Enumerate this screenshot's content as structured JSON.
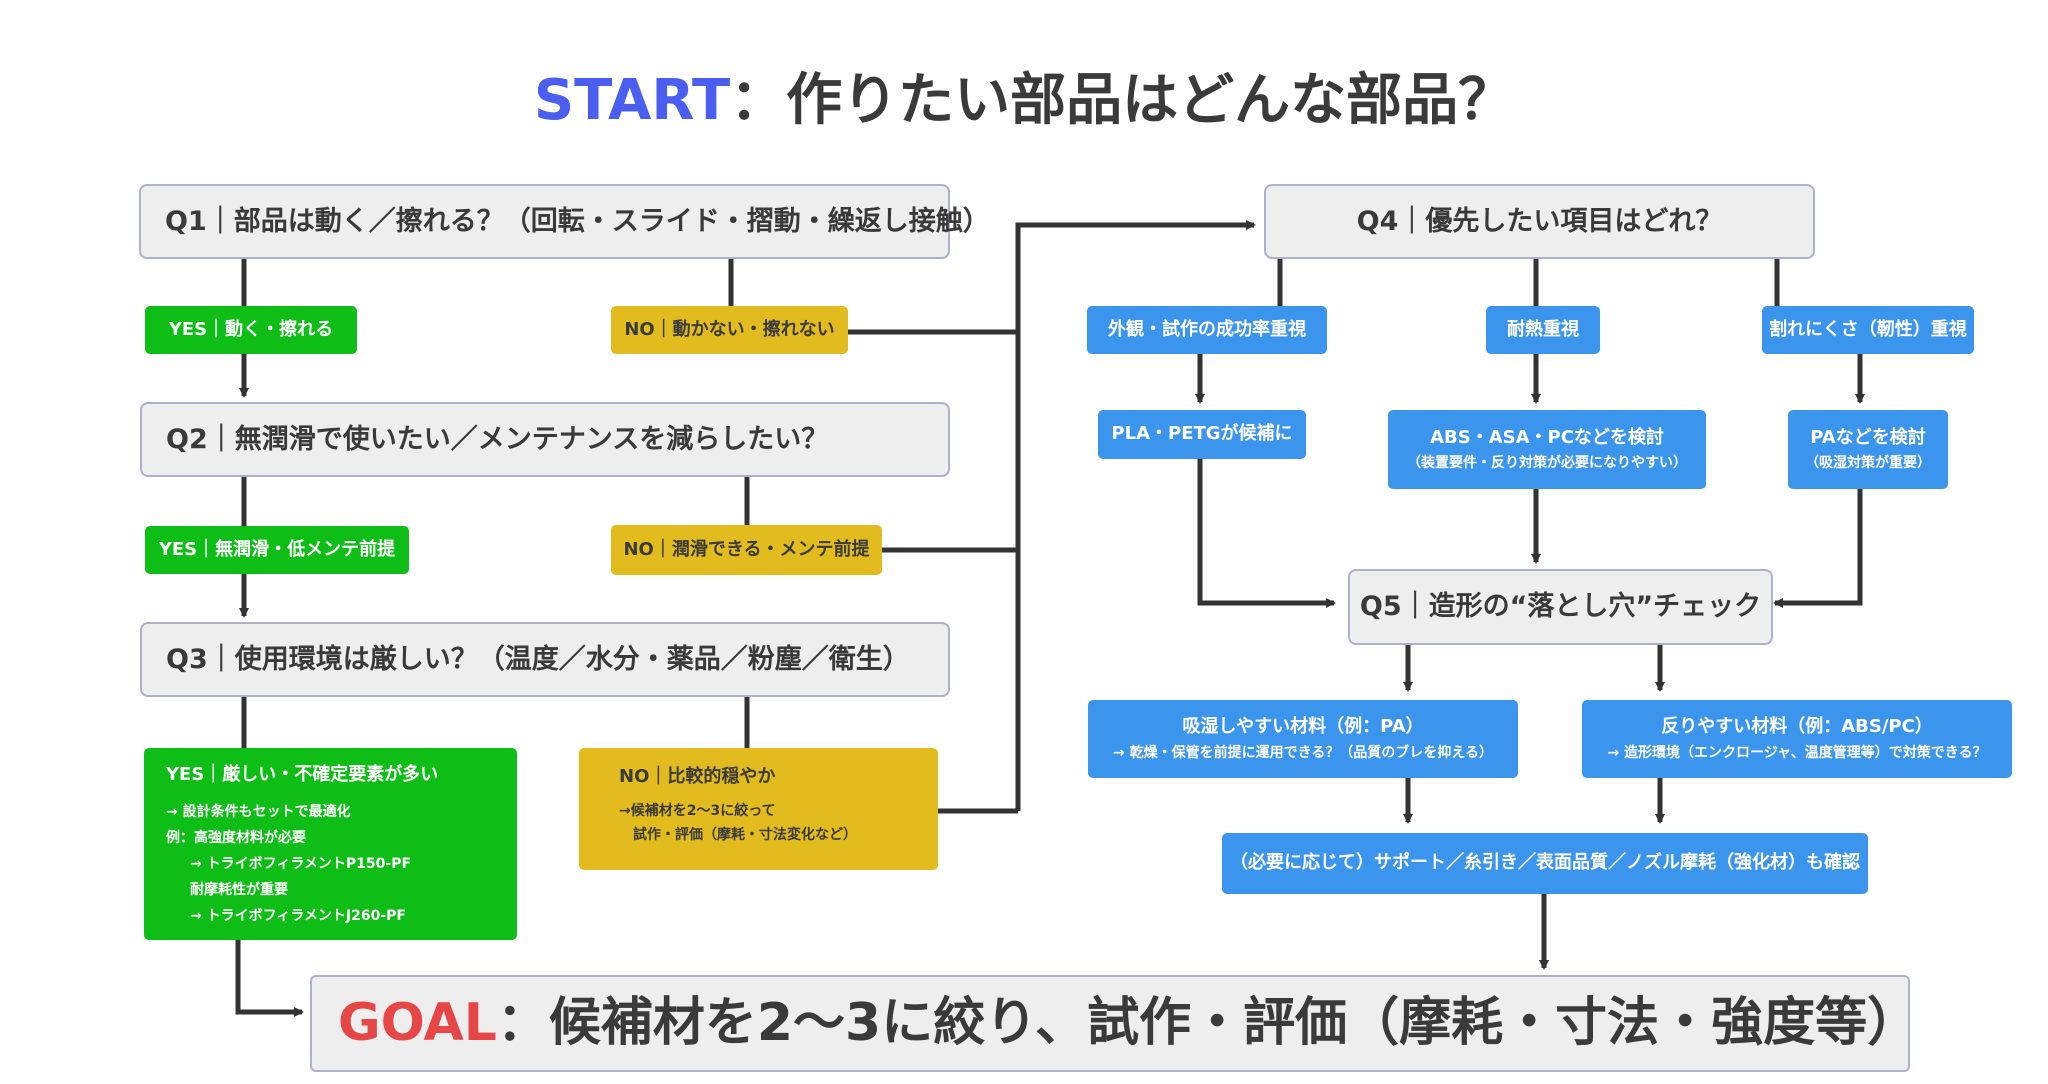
{
  "title": {
    "keyword": "START",
    "text": "：作りたい部品はどんな部品？"
  },
  "q1": {
    "question": "Q1｜部品は動く／擦れる？（回転・スライド・摺動・繰返し接触）",
    "yes": "YES｜動く・擦れる",
    "no": "NO｜動かない・擦れない"
  },
  "q2": {
    "question": "Q2｜無潤滑で使いたい／メンテナンスを減らしたい？",
    "yes": "YES｜無潤滑・低メンテ前提",
    "no": "NO｜潤滑できる・メンテ前提"
  },
  "q3": {
    "question": "Q3｜使用環境は厳しい？（温度／水分・薬品／粉塵／衛生）",
    "yes": {
      "head": "YES｜厳しい・不確定要素が多い",
      "lines": [
        "→ 設計条件もセットで最適化",
        "例：高強度材料が必要",
        "→ トライボフィラメントP150-PF",
        "耐摩耗性が重要",
        "→ トライボフィラメントJ260-PF"
      ]
    },
    "no": {
      "head": "NO｜比較的穏やか",
      "lines": [
        "→候補材を2〜3に絞って",
        "試作・評価（摩耗・寸法変化など）"
      ]
    }
  },
  "q4": {
    "question": "Q4｜優先したい項目はどれ？",
    "options": [
      {
        "label": "外観・試作の成功率重視",
        "result": "PLA・PETGが候補に",
        "note": ""
      },
      {
        "label": "耐熱重視",
        "result": "ABS・ASA・PCなどを検討",
        "note": "（装置要件・反り対策が必要になりやすい）"
      },
      {
        "label": "割れにくさ（靭性）重視",
        "result": "PAなどを検討",
        "note": "（吸湿対策が重要）"
      }
    ]
  },
  "q5": {
    "question": "Q5｜造形の“落とし穴”チェック",
    "checks": [
      {
        "title": "吸湿しやすい材料（例：PA）",
        "note": "→ 乾燥・保管を前提に運用できる？（品質のブレを抑える）"
      },
      {
        "title": "反りやすい材料（例：ABS/PC）",
        "note": "→ 造形環境（エンクロージャ、温度管理等）で対策できる？"
      }
    ],
    "final": "（必要に応じて）サポート／糸引き／表面品質／ノズル摩耗（強化材）も確認"
  },
  "goal": {
    "keyword": "GOAL",
    "text": "：候補材を2〜3に絞り、試作・評価（摩耗・寸法・強度等）"
  },
  "colors": {
    "start_accent": "#4a5ff0",
    "goal_accent": "#e64646",
    "yes_green": "#0ebd16",
    "no_yellow": "#e2bb1e",
    "option_blue": "#3c95ec",
    "question_fill": "#eeeeef",
    "connector": "#333333"
  }
}
